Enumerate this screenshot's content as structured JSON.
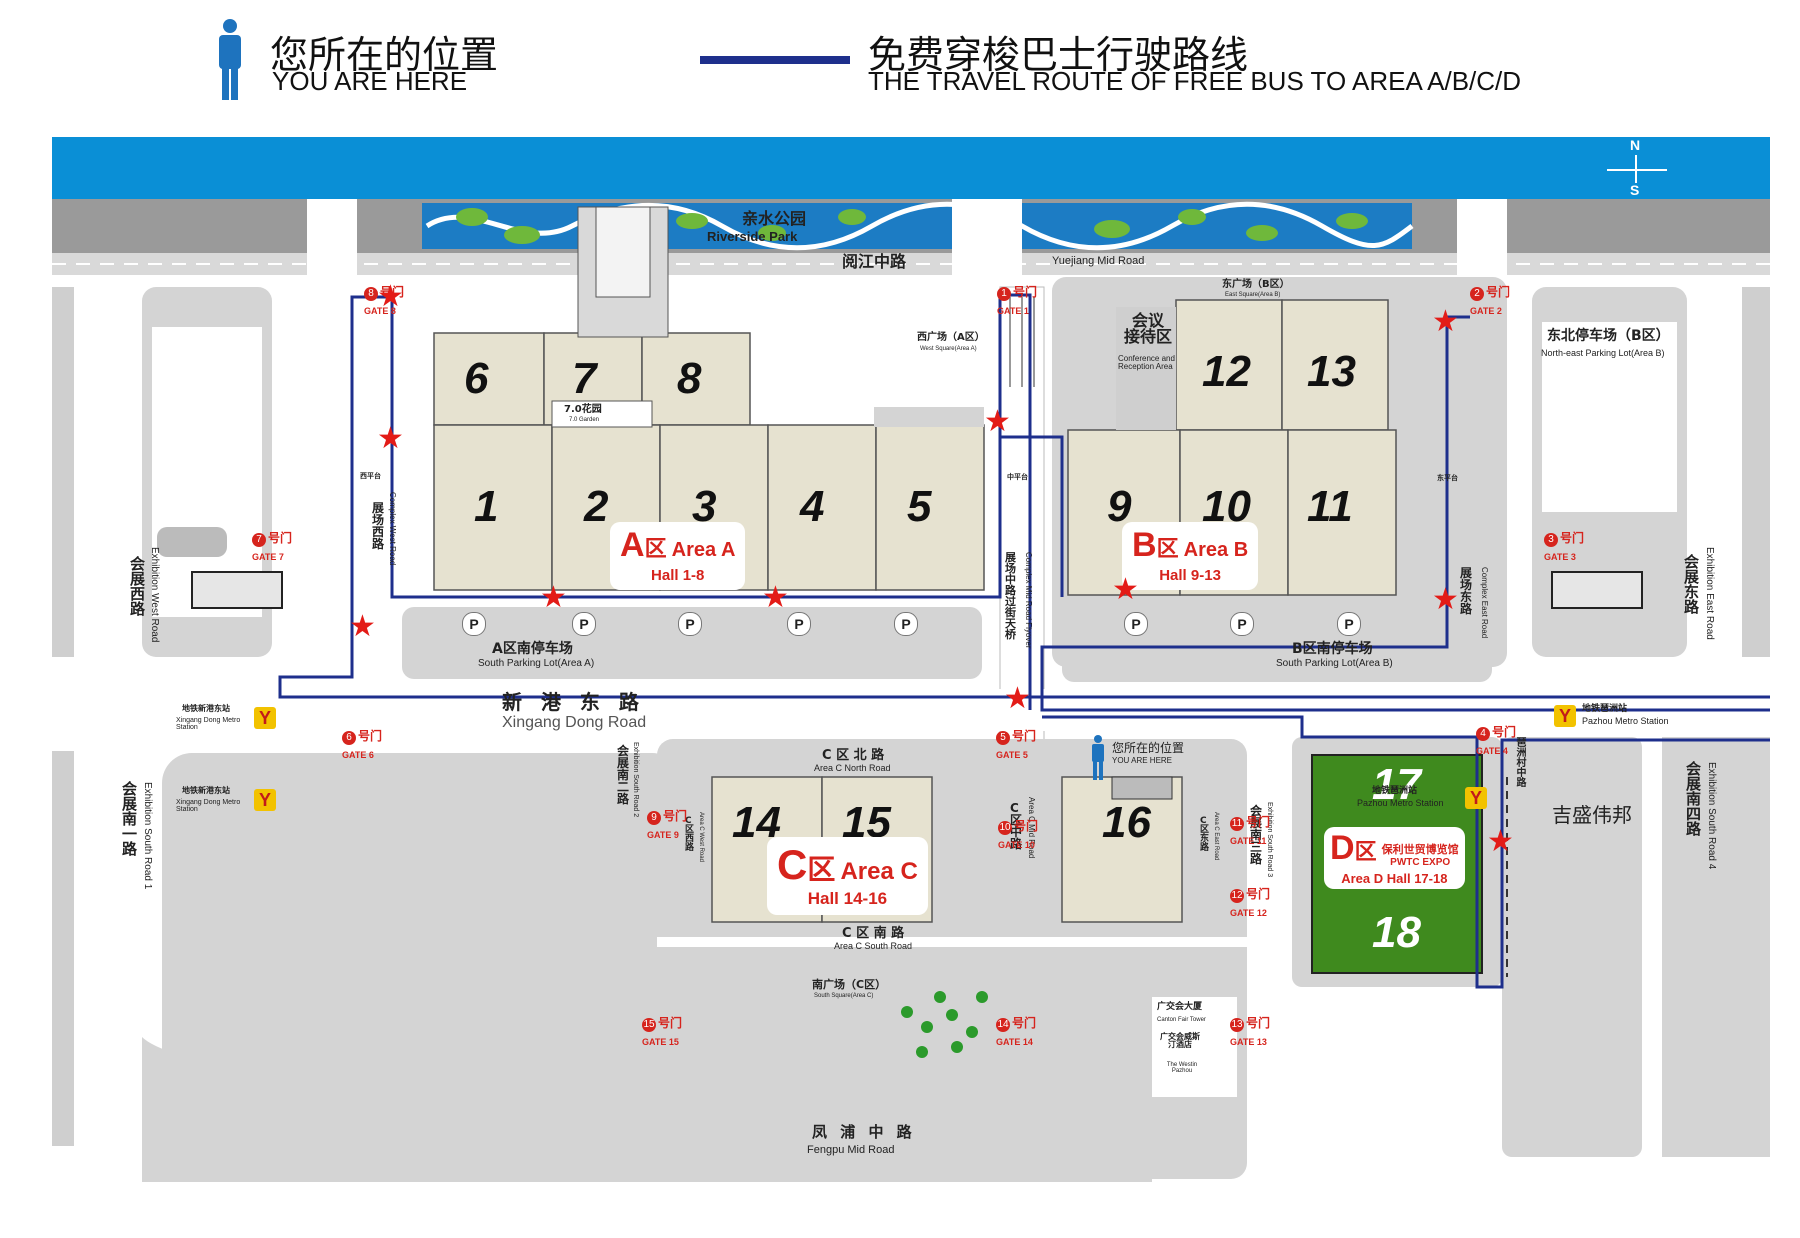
{
  "legend": {
    "you_are_here_cn": "您所在的位置",
    "you_are_here_en": "YOU ARE HERE",
    "bus_route_cn": "免费穿梭巴士行驶路线",
    "bus_route_en": "THE TRAVEL ROUTE OF FREE BUS TO AREA A/B/C/D",
    "route_color": "#1e2f8c"
  },
  "colors": {
    "river": "#0a8fd6",
    "road": "#cfcfcf",
    "building": "#e6e2d0",
    "area_d": "#3f8a1e",
    "accent_red": "#d6241d"
  },
  "compass": {
    "north": "N",
    "south": "S"
  },
  "riverside_park": {
    "cn": "亲水公园",
    "en": "Riverside Park"
  },
  "roads": {
    "yuejiang_cn": "阅江中路",
    "yuejiang_en": "Yuejiang Mid Road",
    "xingang_cn": "新 港 东 路",
    "xingang_en": "Xingang Dong Road",
    "west_cn": "会\n展\n西\n路",
    "west_en": "Exhibition West Road",
    "complex_west_cn": "展\n场\n西\n路",
    "complex_west_en": "Complex West Road",
    "complex_mid_cn": "展\n场\n中\n路\n过\n街\n天\n桥",
    "complex_mid_en": "Complex Mid Road Flyover",
    "complex_east_cn": "展\n场\n东\n路",
    "complex_east_en": "Complex East Road",
    "east_cn": "会\n展\n东\n路",
    "east_en": "Exhibition East Road",
    "c_north_cn": "C 区 北 路",
    "c_north_en": "Area C North Road",
    "c_south_cn": "C 区 南 路",
    "c_south_en": "Area C South Road",
    "c_mid_cn": "C\n区\n中\n路",
    "c_mid_en": "Area C Mid Road",
    "c_west_cn": "C\n区\n西\n路",
    "c_west_en": "Area C West Road",
    "c_east_cn": "C\n区\n东\n路",
    "c_east_en": "Area C East Road",
    "south1_cn": "会\n展\n南\n一\n路",
    "south1_en": "Exhibition South Road 1",
    "south2_cn": "会\n展\n南\n二\n路",
    "south2_en": "Exhibition South Road 2",
    "south3_cn": "会\n展\n南\n三\n路",
    "south3_en": "Exhibition South Road 3",
    "south4_cn": "会\n展\n南\n四\n路",
    "south4_en": "Exhibition South Road 4",
    "fengpu_cn": "凤 浦 中 路",
    "fengpu_en": "Fengpu Mid Road",
    "pazhou_road_cn": "琶洲村中路"
  },
  "areas": {
    "a": {
      "letter": "A",
      "cn": "区",
      "en": "Area A",
      "halls": "Hall 1-8"
    },
    "b": {
      "letter": "B",
      "cn": "区",
      "en": "Area B",
      "halls": "Hall 9-13"
    },
    "c": {
      "letter": "C",
      "cn": "区",
      "en": "Area C",
      "halls": "Hall 14-16"
    },
    "d": {
      "letter": "D",
      "cn": "区",
      "name_cn": "保利世贸博览馆",
      "name_en": "PWTC EXPO",
      "halls": "Area D Hall 17-18"
    }
  },
  "halls": [
    "1",
    "2",
    "3",
    "4",
    "5",
    "6",
    "7",
    "8",
    "9",
    "10",
    "11",
    "12",
    "13",
    "14",
    "15",
    "16",
    "17",
    "18"
  ],
  "places": {
    "garden_cn": "7.0花园",
    "garden_en": "7.0 Garden",
    "conference_cn": "会议\n接待区",
    "conference_en": "Conference and Reception Area",
    "west_square_cn": "西广场（A区）",
    "west_square_en": "West Square(Area A)",
    "east_square_cn": "东广场（B区）",
    "east_square_en": "East Square(Area B)",
    "ne_parking_cn": "东北停车场（B区）",
    "ne_parking_en": "North-east Parking Lot(Area B)",
    "a_parking_cn": "A区南停车场",
    "a_parking_en": "South Parking Lot(Area A)",
    "b_parking_cn": "B区南停车场",
    "b_parking_en": "South Parking Lot(Area B)",
    "south_square_cn": "南广场（C区）",
    "south_square_en": "South Square(Area C)",
    "canton_tower_cn": "广交会大厦",
    "canton_tower_en": "Canton Fair Tower",
    "westin_cn": "广交会威斯汀酒店",
    "westin_en": "The Westin Pazhou",
    "jisheng_cn": "吉盛伟邦",
    "you_are_here_map_cn": "您所在的位置",
    "you_are_here_map_en": "YOU ARE HERE",
    "west_platform": "西平台",
    "central_platform": "中平台",
    "east_platform": "东平台"
  },
  "metro": {
    "xingang_cn": "地铁新港东站",
    "xingang_en": "Xingang Dong Metro Station",
    "pazhou_cn": "地铁琶洲站",
    "pazhou_en": "Pazhou Metro Station"
  },
  "parking_symbol": "P",
  "gates": [
    {
      "cn": "号门",
      "en": "GATE 1",
      "num": "1"
    },
    {
      "cn": "号门",
      "en": "GATE 2",
      "num": "2"
    },
    {
      "cn": "号门",
      "en": "GATE 3",
      "num": "3"
    },
    {
      "cn": "号门",
      "en": "GATE 4",
      "num": "4"
    },
    {
      "cn": "号门",
      "en": "GATE 5",
      "num": "5"
    },
    {
      "cn": "号门",
      "en": "GATE 6",
      "num": "6"
    },
    {
      "cn": "号门",
      "en": "GATE 7",
      "num": "7"
    },
    {
      "cn": "号门",
      "en": "GATE 8",
      "num": "8"
    },
    {
      "cn": "号门",
      "en": "GATE 9",
      "num": "9"
    },
    {
      "cn": "号门",
      "en": "GATE 10",
      "num": "10"
    },
    {
      "cn": "号门",
      "en": "GATE 11",
      "num": "11"
    },
    {
      "cn": "号门",
      "en": "GATE 12",
      "num": "12"
    },
    {
      "cn": "号门",
      "en": "GATE 13",
      "num": "13"
    },
    {
      "cn": "号门",
      "en": "GATE 14",
      "num": "14"
    },
    {
      "cn": "号门",
      "en": "GATE 15",
      "num": "15"
    }
  ]
}
